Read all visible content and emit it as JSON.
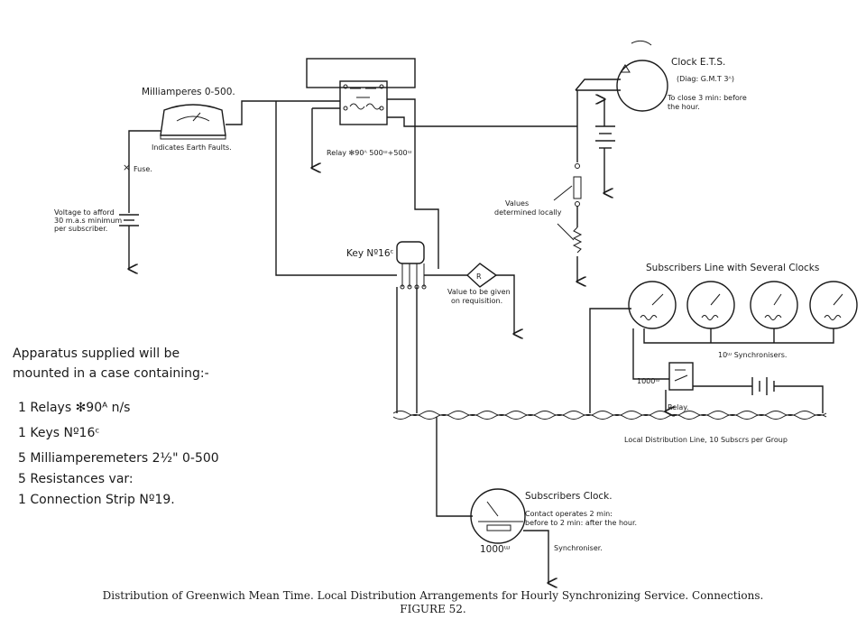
{
  "labels": {
    "milliamperes": "Milliamperes 0-500.",
    "earth_faults": "Indicates Earth Faults.",
    "fuse": "Fuse.",
    "voltage": [
      "Voltage to afford",
      "30 m.a.s minimum",
      "per subscriber."
    ],
    "relay_main": "Relay ✻90ᴬ 500ᵚ+500ᵚ",
    "clock_ets": "Clock E.T.S.",
    "clock_diag": "(Diag: G.M.T 3ᴬ)",
    "clock_close": [
      "To close 3 min: before",
      "the hour."
    ],
    "values_local": [
      "Values",
      "determined locally"
    ],
    "key": "Key Nº16ᶜ",
    "value_req": [
      "Value to be given",
      "on requisition."
    ],
    "subscribers_line": "Subscribers Line with Several Clocks",
    "synchronisers_10": "10ᵚ Synchronisers.",
    "relay_small": "Relay.",
    "r1000_upper": "1000ᵚ",
    "local_distribution": "Local Distribution Line, 10 Subscrs per Group",
    "subscribers_clock": "Subscribers Clock.",
    "contact": [
      "Contact operates 2 min:",
      "before to 2 min: after the hour."
    ],
    "r1000_lower": "1000ᵚ",
    "synchroniser": "Synchroniser."
  },
  "apparatus": {
    "heading": [
      "Apparatus supplied will be",
      "mounted in a case containing:-"
    ],
    "items": [
      "1 Relays ✻90ᴬ n/s",
      "1 Keys Nº16ᶜ",
      "5 Milliamperemeters 2½\" 0-500",
      "5 Resistances var:",
      "1 Connection Strip Nº19."
    ]
  },
  "caption": {
    "line1": "Distribution of Greenwich Mean Time.   Local Distribution Arrangements for Hourly Synchronizing Service.   Connections.",
    "line2": "FIGURE 52."
  }
}
